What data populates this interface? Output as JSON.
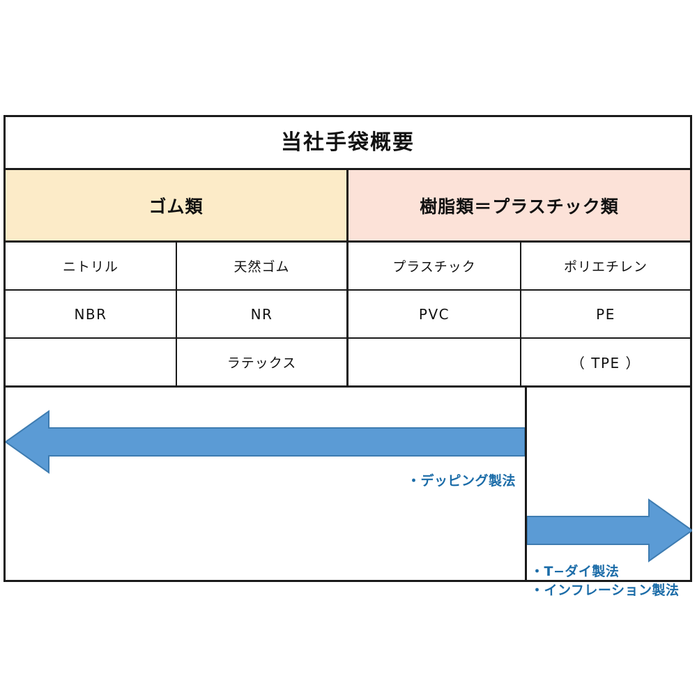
{
  "figure": {
    "title": "当社手袋概要",
    "categories": [
      {
        "id": "rubber",
        "label": "ゴム類",
        "color": "#FCEBC8"
      },
      {
        "id": "resin",
        "label": "樹脂類＝プラスチック類",
        "color": "#FCE2D8"
      }
    ],
    "columns": [
      {
        "name": "ニトリル",
        "abbr": "NBR",
        "extra": ""
      },
      {
        "name": "天然ゴム",
        "abbr": "NR",
        "extra": "ラテックス"
      },
      {
        "name": "プラスチック",
        "abbr": "PVC",
        "extra": ""
      },
      {
        "name": "ポリエチレン",
        "abbr": "PE",
        "extra": "（ TPE ）"
      }
    ],
    "rows": {
      "material_name": [
        "ニトリル",
        "天然ゴム",
        "プラスチック",
        "ポリエチレン"
      ],
      "material_abbr": [
        "NBR",
        "NR",
        "PVC",
        "PE"
      ],
      "material_extra": [
        "",
        "ラテックス",
        "",
        "（ TPE ）"
      ]
    },
    "arrows": [
      {
        "id": "dipping-arrow",
        "direction": "left",
        "color": "#5B9BD5",
        "outline": "#3E7CB1"
      },
      {
        "id": "extrusion-arrow",
        "direction": "right",
        "color": "#5B9BD5",
        "outline": "#3E7CB1"
      }
    ],
    "annotations": [
      {
        "id": "dipping",
        "text": "・デッピング製法",
        "color": "#1b6ca8"
      },
      {
        "id": "t-die",
        "text": "・T−ダイ製法",
        "color": "#1b6ca8"
      },
      {
        "id": "inflation",
        "text": "・インフレーション製法",
        "color": "#1b6ca8"
      }
    ]
  }
}
